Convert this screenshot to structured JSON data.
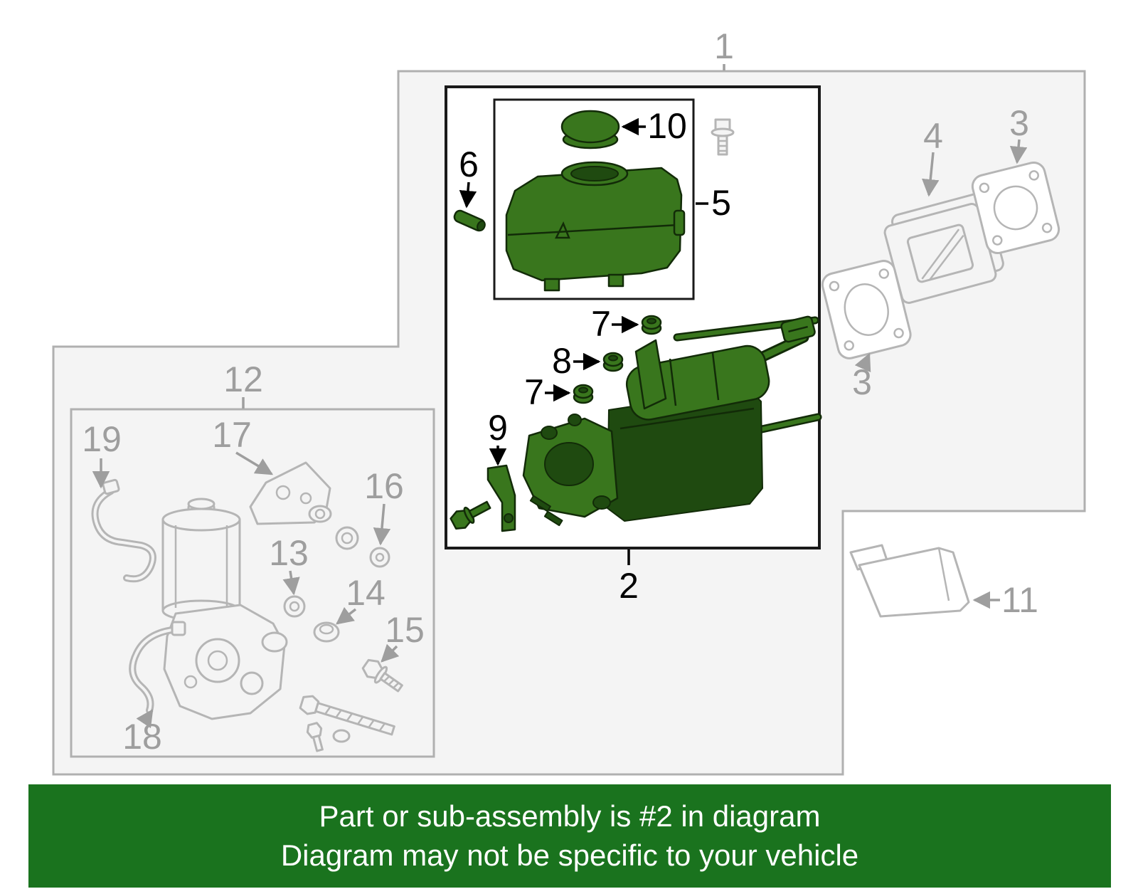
{
  "colors": {
    "page_bg": "#ffffff",
    "panel_fill": "#f4f4f4",
    "panel_stroke": "#b0b0b0",
    "part_stroke": "#b5b5b5",
    "part_fill": "#f4f4f4",
    "box_stroke": "#1a1a1a",
    "green": "#39761d",
    "green_dark": "#1f4a10",
    "green_stroke": "#122b08",
    "label_gray": "#9e9e9e",
    "label_black": "#000000",
    "banner_green": "#1a731e",
    "banner_text": "#ffffff"
  },
  "callouts": {
    "n1": "1",
    "n2": "2",
    "n3": "3",
    "n4": "4",
    "n5": "5",
    "n6": "6",
    "n7": "7",
    "n8": "8",
    "n9": "9",
    "n10": "10",
    "n11": "11",
    "n12": "12",
    "n13": "13",
    "n14": "14",
    "n15": "15",
    "n16": "16",
    "n17": "17",
    "n18": "18",
    "n19": "19"
  },
  "banner": {
    "line1": "Part or sub-assembly is #2 in diagram",
    "line2": "Diagram may not be specific to your vehicle"
  }
}
